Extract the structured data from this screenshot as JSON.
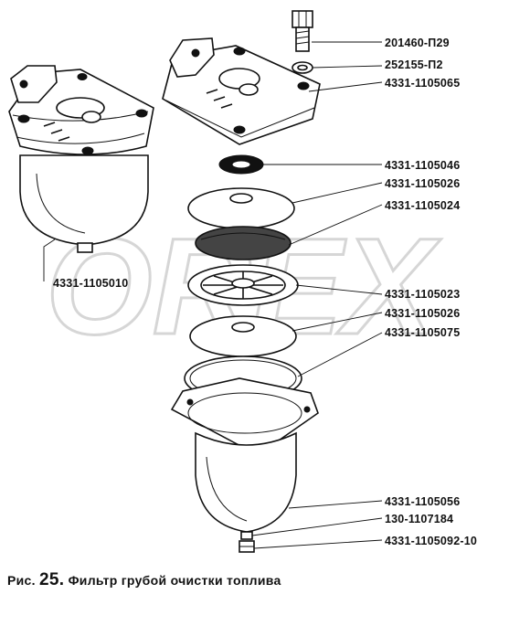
{
  "labels": [
    "201460-П29",
    "252155-П2",
    "4331-1105065",
    "4331-1105046",
    "4331-1105026",
    "4331-1105024",
    "4331-1105010",
    "4331-1105023",
    "4331-1105026",
    "4331-1105075",
    "4331-1105056",
    "130-1107184",
    "4331-1105092-10"
  ],
  "caption": {
    "prefix": "Рис.",
    "number": "25.",
    "title": "Фильтр грубой очистки топлива"
  },
  "watermark": "OREX"
}
